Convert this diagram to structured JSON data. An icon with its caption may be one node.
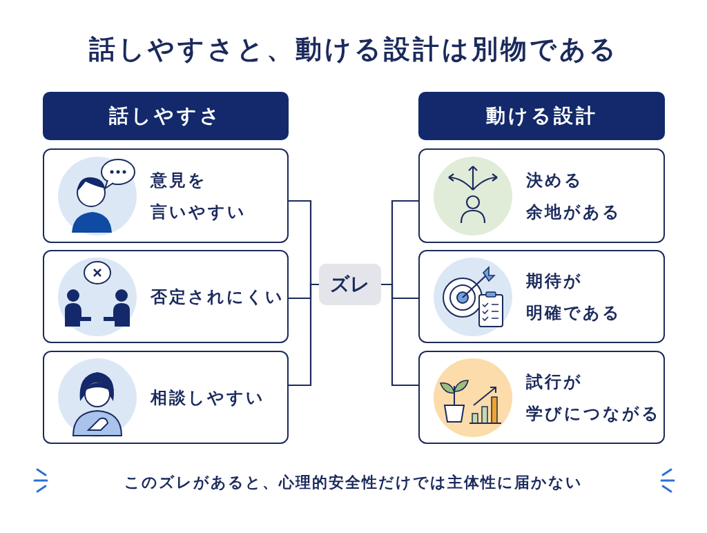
{
  "diagram": {
    "title": "話しやすさと、動ける設計は別物である",
    "caption": "このズレがあると、心理的安全性だけでは主体性に届かない",
    "nodes": [
      {
        "text": [
          "話しやすさ"
        ]
      },
      {
        "text": [
          "意見を言いやすい"
        ]
      },
      {
        "text": [
          "否定されにくい"
        ]
      },
      {
        "text": [
          "相談しやすい"
        ]
      },
      {
        "text": [
          "ズレ"
        ]
      },
      {
        "text": [
          "動ける設計"
        ]
      },
      {
        "text": [
          "決める余地がある"
        ]
      },
      {
        "text": [
          "期待が明確である"
        ]
      },
      {
        "text": [
          "試行が学びにつながる"
        ]
      }
    ],
    "edges": [
      {
        "from": 1,
        "to": 4,
        "arrow": "none"
      },
      {
        "from": 2,
        "to": 4,
        "arrow": "none"
      },
      {
        "from": 3,
        "to": 4,
        "arrow": "none"
      },
      {
        "from": 4,
        "to": 6,
        "arrow": "none"
      },
      {
        "from": 4,
        "to": 7,
        "arrow": "none"
      },
      {
        "from": 4,
        "to": 8,
        "arrow": "none"
      }
    ]
  }
}
